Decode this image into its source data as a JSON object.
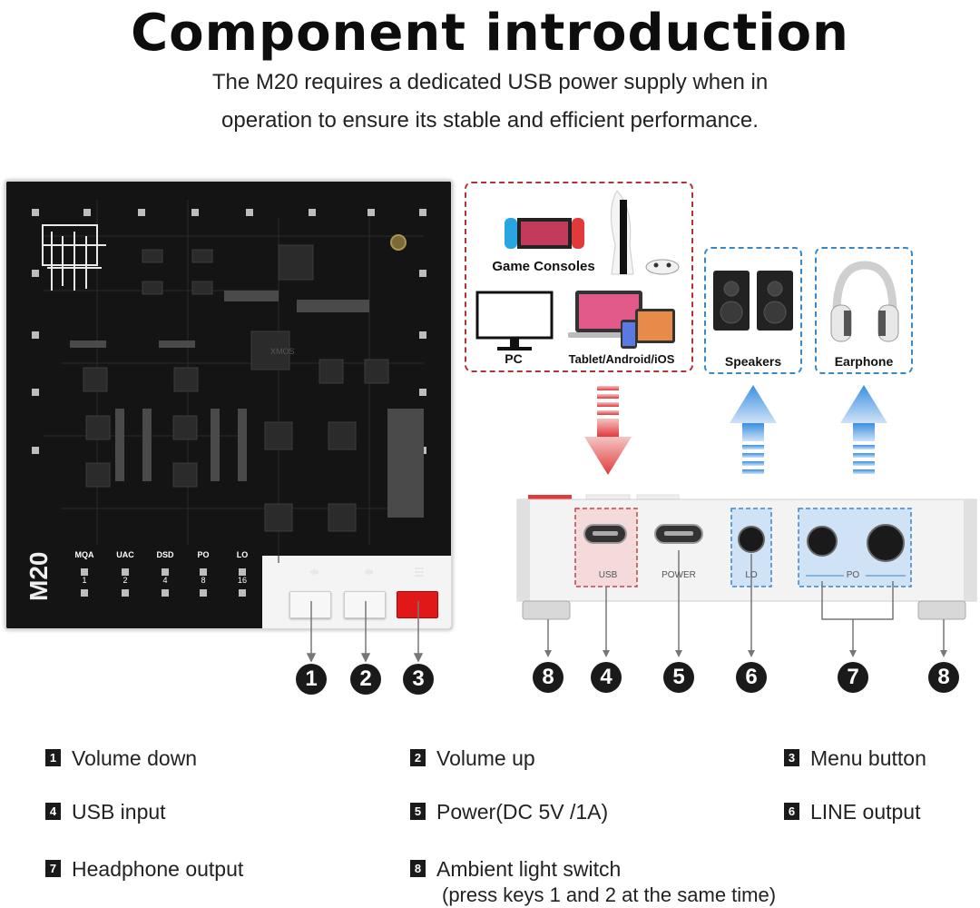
{
  "title": "Component introduction",
  "subtitle_line1": "The M20 requires a dedicated USB power supply when in",
  "subtitle_line2": "operation to ensure its stable and efficient performance.",
  "board": {
    "model": "M20",
    "chip_text": "XMOS",
    "leds": [
      {
        "label": "MQA",
        "num": "1"
      },
      {
        "label": "UAC",
        "num": "2"
      },
      {
        "label": "DSD",
        "num": "4"
      },
      {
        "label": "PO",
        "num": "8"
      },
      {
        "label": "LO",
        "num": "16"
      }
    ]
  },
  "sources": {
    "game_consoles": "Game Consoles",
    "pc": "PC",
    "mobile": "Tablet/Android/iOS"
  },
  "outputs": {
    "speakers": "Speakers",
    "earphone": "Earphone"
  },
  "ports": {
    "usb": "USB",
    "power": "POWER",
    "lo": "LO",
    "po": "PO"
  },
  "callouts": [
    "1",
    "2",
    "3",
    "8",
    "4",
    "5",
    "6",
    "7",
    "8"
  ],
  "legend": {
    "i1": {
      "num": "1",
      "text": "Volume down"
    },
    "i2": {
      "num": "2",
      "text": "Volume up"
    },
    "i3": {
      "num": "3",
      "text": "Menu button"
    },
    "i4": {
      "num": "4",
      "text": "USB input"
    },
    "i5": {
      "num": "5",
      "text": "Power(DC 5V /1A)"
    },
    "i6": {
      "num": "6",
      "text": "LINE output"
    },
    "i7": {
      "num": "7",
      "text": "Headphone output"
    },
    "i8": {
      "num": "8",
      "text": "Ambient light switch",
      "sub": "(press keys 1 and 2 at the same time)"
    }
  },
  "colors": {
    "menu_button": "#e01818",
    "usb_highlight": "#f4dada",
    "usb_border": "#c24444",
    "lo_po_highlight": "#cfe2f6",
    "lo_po_border": "#3a87c8",
    "arrow_red": "#e23b3b",
    "arrow_blue": "#3a8fe0"
  }
}
